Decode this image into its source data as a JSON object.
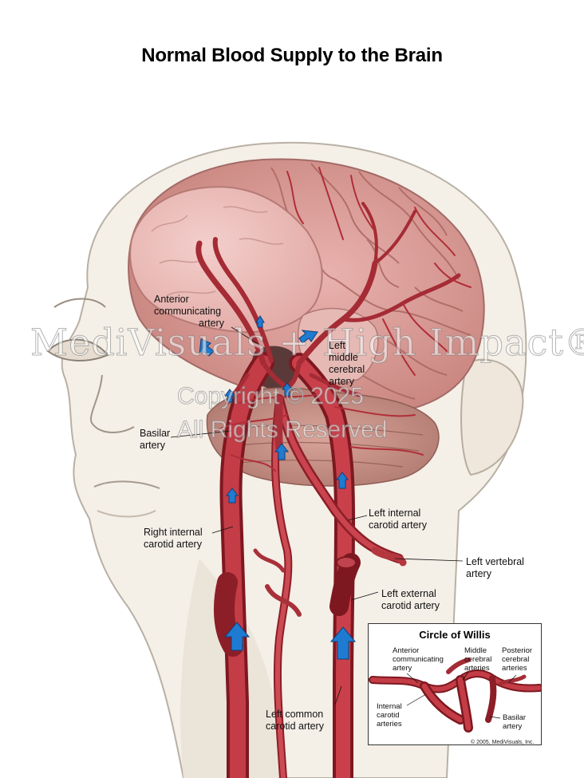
{
  "title": "Normal Blood Supply to the Brain",
  "labels": {
    "anterior_comm": [
      "Anterior",
      "communicating",
      "artery"
    ],
    "left_middle_cerebral": [
      "Left",
      "middle",
      "cerebral",
      "artery"
    ],
    "basilar": [
      "Basilar",
      "artery"
    ],
    "right_internal_carotid": [
      "Right internal",
      "carotid artery"
    ],
    "left_internal_carotid": [
      "Left internal",
      "carotid artery"
    ],
    "left_vertebral": [
      "Left vertebral",
      "artery"
    ],
    "left_external_carotid": [
      "Left external",
      "carotid artery"
    ],
    "left_common_carotid": [
      "Left common",
      "carotid artery"
    ]
  },
  "watermark": {
    "line1": "MediVisuals + High Impact®",
    "line2": "Copyright © 2025",
    "line3": "All Rights Reserved"
  },
  "inset": {
    "title": "Circle of Willis",
    "anterior_comm": [
      "Anterior",
      "communicating",
      "artery"
    ],
    "middle_cerebral": [
      "Middle",
      "cerebral",
      "arteries"
    ],
    "posterior_cerebral": [
      "Posterior",
      "cerebral",
      "arteries"
    ],
    "internal_carotid": [
      "Internal",
      "carotid",
      "arteries"
    ],
    "basilar": [
      "Basilar",
      "artery"
    ]
  },
  "copyright": "© 2005, MediVisuals, Inc.",
  "colors": {
    "artery": "#b52a35",
    "artery_dark": "#7e1820",
    "brain": "#e8b3b0",
    "brain_fold": "#c98783",
    "skin": "#f3eee6",
    "arrow": "#1f7bd1"
  }
}
